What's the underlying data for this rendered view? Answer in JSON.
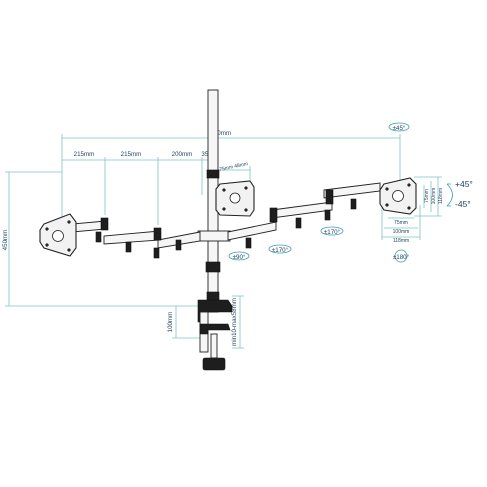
{
  "dimensions": {
    "total_width": "1330mm",
    "segment_1": "215mm",
    "segment_2": "215mm",
    "segment_3": "200mm",
    "segment_4": "35mm",
    "vesa_plate": "75mm 48mm",
    "height": "450mm",
    "clamp_height": "100mm",
    "desk_thickness": "min10-max58mm",
    "vesa_75": "75mm",
    "vesa_100": "100mm",
    "vesa_118": "118mm",
    "vesa_v75": "75mm",
    "vesa_v100": "100mm",
    "vesa_v118": "118mm"
  },
  "angles": {
    "swivel_top": "±45°",
    "tilt_up": "+45°",
    "tilt_down": "-45°",
    "arm_rotate_1": "±170°",
    "arm_rotate_2": "±170°",
    "pole_rotate": "±90°",
    "screen_rotate": "±180°"
  },
  "colors": {
    "dimension_line": "#7fc3c9",
    "dimension_text": "#1f3f5a",
    "rotation_symbol": "#3a9fb0",
    "mount_outline": "#222222"
  }
}
